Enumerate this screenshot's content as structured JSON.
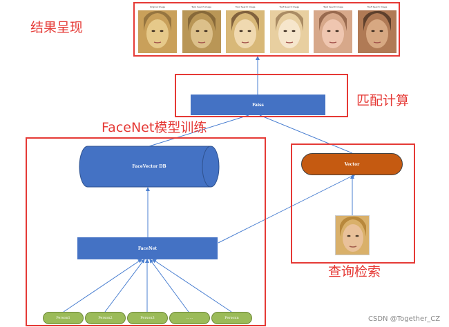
{
  "labels": {
    "results": "结果呈现",
    "match": "匹配计算",
    "facenet_training": "FaceNet模型训练",
    "query": "查询检索"
  },
  "nodes": {
    "faiss": "Faiss",
    "facevector_db": "FaceVector DB",
    "facenet": "FaceNet",
    "vector": "Vector",
    "persons": [
      "Person1",
      "Person2",
      "Person3",
      "……",
      "Personn"
    ]
  },
  "results_strip": [
    {
      "caption": "Original Image",
      "colors": [
        "#c9a05a",
        "#e6c98a",
        "#8a6a3a"
      ]
    },
    {
      "caption": "Top1 Search Image",
      "colors": [
        "#b99656",
        "#dcc08a",
        "#7a5e32"
      ]
    },
    {
      "caption": "Top2 Search Image",
      "colors": [
        "#d8b878",
        "#f0d9b0",
        "#6b4c2e"
      ]
    },
    {
      "caption": "Top3 Search Image",
      "colors": [
        "#e8cfa0",
        "#f6e6cc",
        "#9a7a55"
      ]
    },
    {
      "caption": "Top4 Search Image",
      "colors": [
        "#d7a88a",
        "#efc6b0",
        "#8a5a40"
      ]
    },
    {
      "caption": "Top5 Search Image",
      "colors": [
        "#b07a55",
        "#d7a882",
        "#4a3222"
      ]
    }
  ],
  "colors": {
    "red_frame": "#e53935",
    "blue_node": "#4472c4",
    "vector_node": "#c55a11",
    "person_node": "#9bbb59",
    "connector": "#4a7fd1"
  },
  "watermark": "CSDN @Together_CZ"
}
